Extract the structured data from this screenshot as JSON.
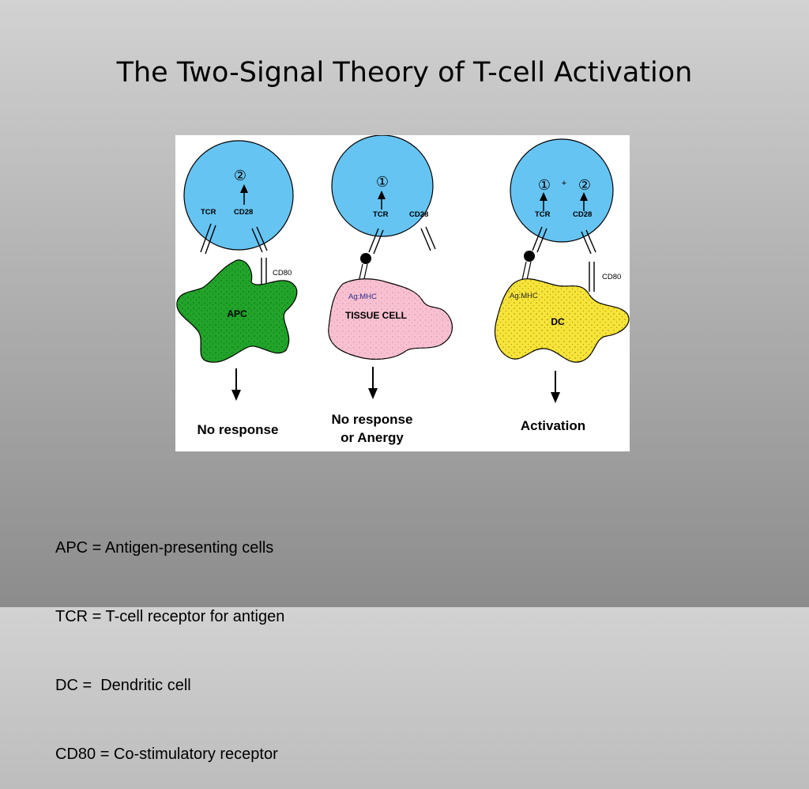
{
  "slide": {
    "title": "The Two-Signal Theory of T-cell Activation"
  },
  "diagram": {
    "colors": {
      "tcell": "#66c4f2",
      "apc": "#22a32a",
      "tissue": "#f8c1d2",
      "dc": "#f7e43a",
      "outline": "#000000",
      "dc_label": "#111111"
    },
    "panels": [
      {
        "tcell_signal": "②",
        "receptor_labels": {
          "tcr": "TCR",
          "cd28": "CD28"
        },
        "cell_label": "APC",
        "co_receptor_label": "CD80",
        "outcome": [
          "No response"
        ]
      },
      {
        "tcell_signal": "①",
        "receptor_labels": {
          "tcr": "TCR",
          "cd28": "CD28"
        },
        "antigen_label": "Ag:MHC",
        "cell_label": "TISSUE CELL",
        "outcome": [
          "No response",
          "or Anergy"
        ]
      },
      {
        "tcell_signal": "①",
        "tcell_signal_plus": "+",
        "tcell_signal_second": "②",
        "receptor_labels": {
          "tcr": "TCR",
          "cd28": "CD28"
        },
        "antigen_label": "Ag:MHC",
        "cell_label": "DC",
        "co_receptor_label": "CD80",
        "outcome": [
          "Activation"
        ]
      }
    ]
  },
  "legend": [
    "APC = Antigen-presenting cells",
    "TCR = T-cell receptor for antigen",
    "DC =  Dendritic cell",
    "CD80 = Co-stimulatory receptor"
  ]
}
